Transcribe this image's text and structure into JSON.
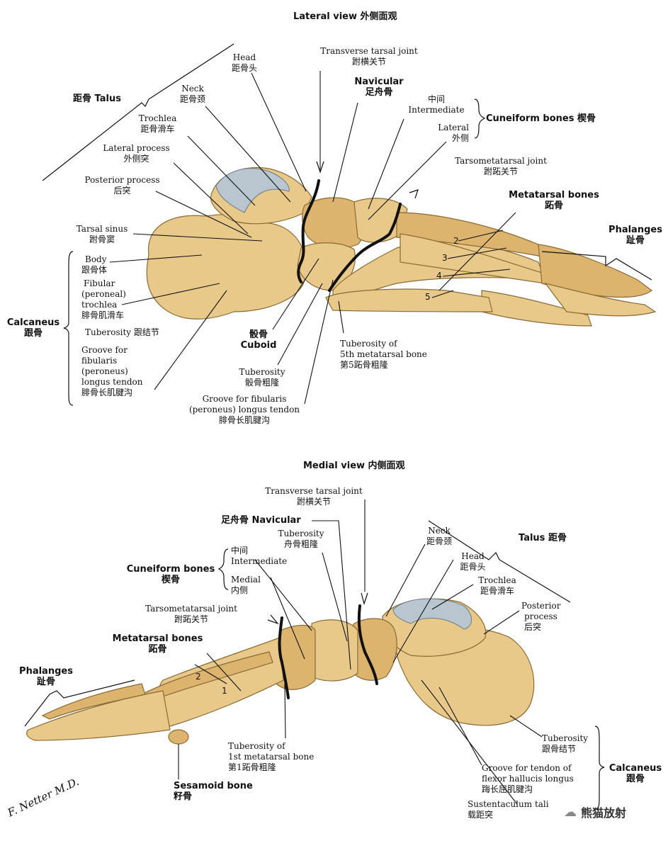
{
  "lateral": {
    "title": "Lateral view 外侧面观",
    "head_en": "Head",
    "head_zh": "距骨头",
    "transverse_en": "Transverse tarsal joint",
    "transverse_zh": "跗横关节",
    "navicular_en": "Navicular",
    "navicular_zh": "足舟骨",
    "intermediate_zh": "中间",
    "intermediate_en": "Intermediate",
    "cuneiform": "Cuneiform bones 楔骨",
    "lateral_en": "Lateral",
    "lateral_zh": "外侧",
    "talus": "距骨 Talus",
    "neck_en": "Neck",
    "neck_zh": "距骨颈",
    "trochlea_en": "Trochlea",
    "trochlea_zh": "距骨滑车",
    "latproc_en": "Lateral process",
    "latproc_zh": "外侧突",
    "postproc_en": "Posterior process",
    "postproc_zh": "后突",
    "tarsomet_en": "Tarsometatarsal joint",
    "tarsomet_zh": "跗跖关节",
    "metatarsal_en": "Metatarsal bones",
    "metatarsal_zh": "跖骨",
    "phalanges_en": "Phalanges",
    "phalanges_zh": "趾骨",
    "sinus_en": "Tarsal sinus",
    "sinus_zh": "跗骨窦",
    "body_en": "Body",
    "body_zh": "跟骨体",
    "fibular_1": "Fibular",
    "fibular_2": "(peroneal)",
    "fibular_3": "trochlea",
    "fibular_zh": "腓骨肌滑车",
    "tuberosity_calc": "Tuberosity 跟结节",
    "groove_1": "Groove for",
    "groove_2": "fibularis",
    "groove_3": "(peroneus)",
    "groove_4": "longus tendon",
    "groove_zh": "腓骨长肌腱沟",
    "calcaneus_en": "Calcaneus",
    "calcaneus_zh": "跟骨",
    "cuboid_zh": "骰骨",
    "cuboid_en": "Cuboid",
    "tub5_1": "Tuberosity of",
    "tub5_2": "5th metatarsal bone",
    "tub5_zh": "第5跖骨粗隆",
    "cubtub_en": "Tuberosity",
    "cubtub_zh": "骰骨粗隆",
    "groove2_1": "Groove for fibularis",
    "groove2_2": "(peroneus) longus tendon",
    "groove2_zh": "腓骨长肌腱沟",
    "n2": "2",
    "n3": "3",
    "n4": "4",
    "n5": "5"
  },
  "medial": {
    "title": "Medial view 内侧面观",
    "transverse_en": "Transverse tarsal joint",
    "transverse_zh": "跗横关节",
    "navicular": "足舟骨 Navicular",
    "navtub_en": "Tuberosity",
    "navtub_zh": "舟骨粗隆",
    "neck_en": "Neck",
    "neck_zh": "距骨颈",
    "talus": "Talus 距骨",
    "head_en": "Head",
    "head_zh": "距骨头",
    "trochlea_en": "Trochlea",
    "trochlea_zh": "距骨滑车",
    "postproc_1": "Posterior",
    "postproc_2": "process",
    "postproc_zh": "后突",
    "intermediate_zh": "中间",
    "intermediate_en": "Intermediate",
    "medial_en": "Medial",
    "medial_zh": "内侧",
    "cuneiform_en": "Cuneiform bones",
    "cuneiform_zh": "楔骨",
    "tarsomet_en": "Tarsometatarsal joint",
    "tarsomet_zh": "跗跖关节",
    "metatarsal_en": "Metatarsal bones",
    "metatarsal_zh": "跖骨",
    "phalanges_en": "Phalanges",
    "phalanges_zh": "趾骨",
    "n2": "2",
    "n1": "1",
    "tub1_1": "Tuberosity of",
    "tub1_2": "1st metatarsal bone",
    "tub1_zh": "第1跖骨粗隆",
    "sesamoid_en": "Sesamoid bone",
    "sesamoid_zh": "籽骨",
    "calctub_en": "Tuberosity",
    "calctub_zh": "跟骨结节",
    "calcaneus_en": "Calcaneus",
    "calcaneus_zh": "跟骨",
    "fhl_1": "Groove for tendon of",
    "fhl_2": "flexor hallucis longus",
    "fhl_zh": "踇长屈肌腱沟",
    "sust_en": "Sustentaculum tali",
    "sust_zh": "载距突"
  },
  "signature": "F. Netter M.D.",
  "watermark": "熊猫放射"
}
